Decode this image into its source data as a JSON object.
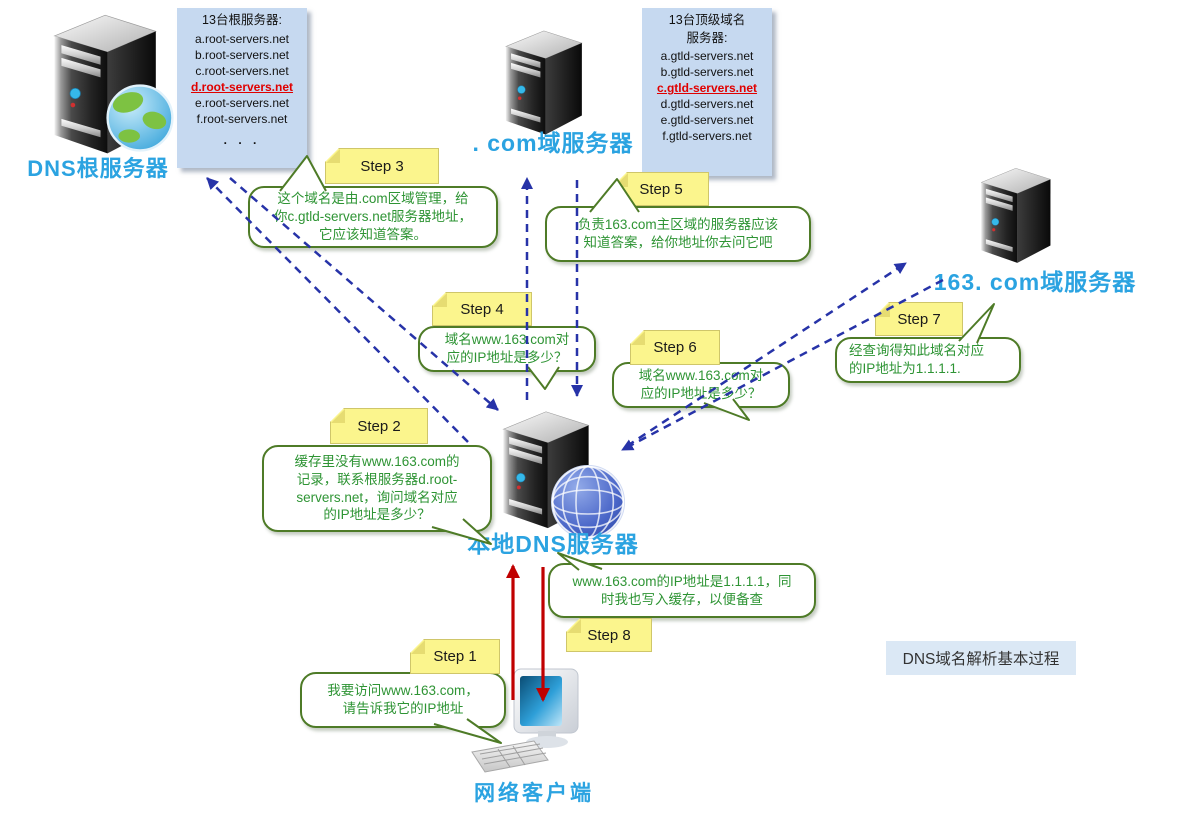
{
  "diagram_title": "DNS域名解析基本过程",
  "colors": {
    "label_blue": "#2BA3E1",
    "arrow_blue": "#2733A8",
    "arrow_red": "#C00000",
    "bubble_border_green": "#4E7B27",
    "bubble_text_green": "#2E9434",
    "note_yellow": "#FBF58D",
    "infobox_blue": "#C6D9F0",
    "highlight_red": "#E00000"
  },
  "nodes": {
    "root": {
      "label": "DNS根服务器"
    },
    "com": {
      "label": ". com域服务器"
    },
    "s163": {
      "label": "163. com域服务器"
    },
    "local": {
      "label": "本地DNS服务器"
    },
    "client": {
      "label": "网络客户端"
    }
  },
  "info_root": {
    "title": "13台根服务器:",
    "items": [
      "a.root-servers.net",
      "b.root-servers.net",
      "c.root-servers.net",
      "d.root-servers.net",
      "e.root-servers.net",
      "f.root-servers.net"
    ],
    "highlight_item": "d.root-servers.net",
    "more": ". . ."
  },
  "info_gtld": {
    "title1": "13台顶级域名",
    "title2": "服务器:",
    "items": [
      "a.gtld-servers.net",
      "b.gtld-servers.net",
      "c.gtld-servers.net",
      "d.gtld-servers.net",
      "e.gtld-servers.net",
      "f.gtld-servers.net"
    ],
    "highlight_item": "c.gtld-servers.net"
  },
  "steps": {
    "s1": {
      "label": "Step 1",
      "bubble": "我要访问www.163.com，\n请告诉我它的IP地址"
    },
    "s2": {
      "label": "Step 2",
      "bubble": "缓存里没有www.163.com的\n记录，联系根服务器d.root-\nservers.net，询问域名对应\n的IP地址是多少？"
    },
    "s3": {
      "label": "Step 3",
      "bubble": "这个域名是由.com区域管理，给\n你c.gtld-servers.net服务器地址，\n它应该知道答案。"
    },
    "s4": {
      "label": "Step 4",
      "bubble": "域名www.163.com对\n应的IP地址是多少？"
    },
    "s5": {
      "label": "Step 5",
      "bubble": "负责163.com主区域的服务器应该\n知道答案，给你地址你去问它吧"
    },
    "s6": {
      "label": "Step 6",
      "bubble": "域名www.163.com对\n应的IP地址是多少？"
    },
    "s7": {
      "label": "Step 7",
      "bubble": "经查询得知此域名对应\n的IP地址为1.1.1.1."
    },
    "s8": {
      "label": "Step 8",
      "bubble": "www.163.com的IP地址是1.1.1.1，同\n时我也写入缓存，以便备查"
    }
  }
}
